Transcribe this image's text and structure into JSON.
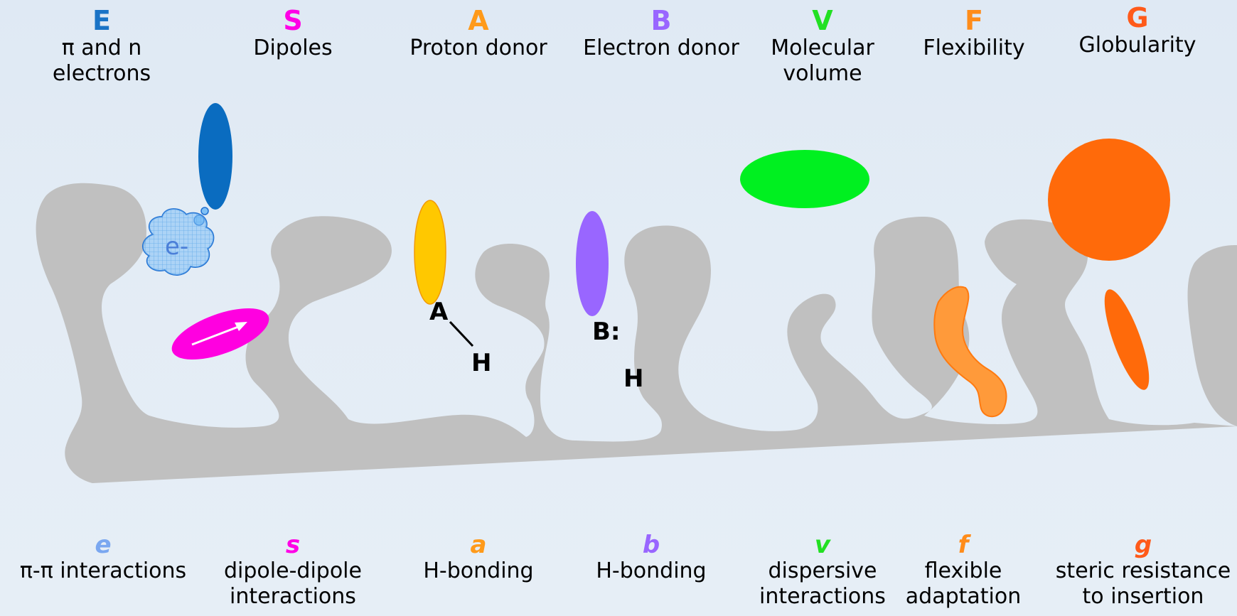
{
  "top_labels": [
    {
      "letter": "E",
      "text": "π and n electrons",
      "color": "#1a73c6"
    },
    {
      "letter": "S",
      "text": "Dipoles",
      "color": "#ff00e6"
    },
    {
      "letter": "A",
      "text": "Proton donor",
      "color": "#ff9a1a"
    },
    {
      "letter": "B",
      "text": "Electron donor",
      "color": "#9966ff"
    },
    {
      "letter": "V",
      "text": "Molecular volume",
      "color": "#22e022"
    },
    {
      "letter": "F",
      "text": "Flexibility",
      "color": "#ff8c1a"
    },
    {
      "letter": "G",
      "text": "Globularity",
      "color": "#ff5a1a"
    }
  ],
  "bottom_labels": [
    {
      "letter": "e",
      "text": "π-π interactions",
      "color": "#7aa7f0"
    },
    {
      "letter": "s",
      "text": "dipole-dipole interactions",
      "color": "#ff00e6"
    },
    {
      "letter": "a",
      "text": "H-bonding",
      "color": "#ff9a1a"
    },
    {
      "letter": "b",
      "text": "H-bonding",
      "color": "#9966ff"
    },
    {
      "letter": "v",
      "text": "dispersive interactions",
      "color": "#22e022"
    },
    {
      "letter": "f",
      "text": "flexible adaptation",
      "color": "#ff8c1a"
    },
    {
      "letter": "g",
      "text": "steric resistance to insertion",
      "color": "#ff5a1a"
    }
  ],
  "scene_labels": {
    "electron": "e-",
    "donor_a": "A",
    "hydrogen_a": "H",
    "donor_b": "B:",
    "hydrogen_b": "H"
  },
  "colors": {
    "surface": "#c0c0c0",
    "electron_ellipse": "#0a6cc0",
    "cloud": "#7fc0f5",
    "dipole": "#ff00e0",
    "proton_donor": "#ffc800",
    "electron_donor": "#9966ff",
    "volume": "#00f020",
    "flexible": "#ff9a3a",
    "globular": "#ff6a0a"
  }
}
